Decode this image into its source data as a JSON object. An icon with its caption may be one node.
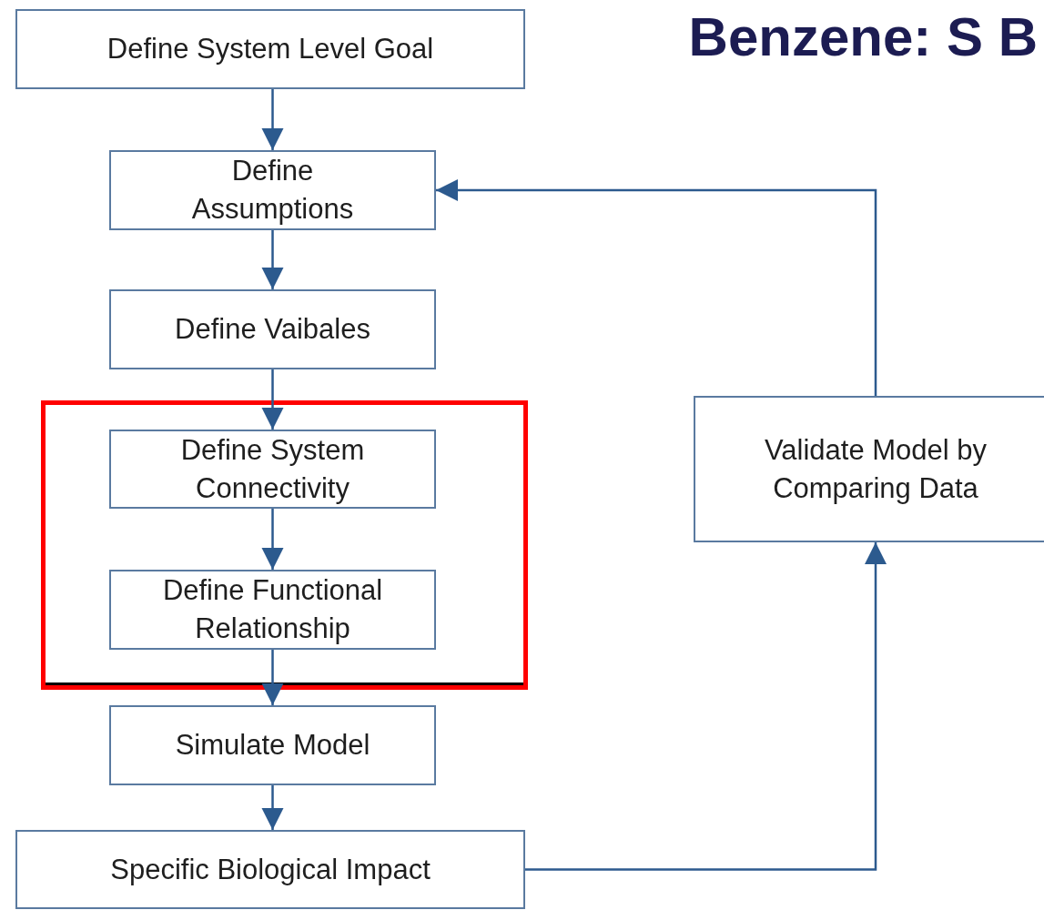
{
  "diagram": {
    "title": "Benzene: S B",
    "nodes": [
      {
        "text": [
          "Define System Level Goal"
        ]
      },
      {
        "text": [
          "Define Assumptions"
        ]
      },
      {
        "text": [
          "Define Vaibales"
        ]
      },
      {
        "text": [],
        "shape": "box"
      },
      {
        "text": [
          "Define System Connectivity"
        ],
        "in": 3
      },
      {
        "text": [
          "Define Functional Relationship"
        ],
        "in": 3
      },
      {
        "text": [
          "Simulate Model"
        ]
      },
      {
        "text": [
          "Specific Biological Impact"
        ]
      },
      {
        "text": [
          "Validate Model by Comparing Data"
        ]
      }
    ],
    "edges": [
      {
        "from": 0,
        "to": 1,
        "arrow": "to"
      },
      {
        "from": 1,
        "to": 2,
        "arrow": "to"
      },
      {
        "from": 2,
        "to": 4,
        "arrow": "to"
      },
      {
        "from": 4,
        "to": 5,
        "arrow": "to"
      },
      {
        "from": 5,
        "to": 6,
        "arrow": "to"
      },
      {
        "from": 6,
        "to": 7,
        "arrow": "to"
      },
      {
        "from": 7,
        "to": 8,
        "arrow": "to"
      },
      {
        "from": 8,
        "to": 1,
        "arrow": "to"
      }
    ]
  }
}
